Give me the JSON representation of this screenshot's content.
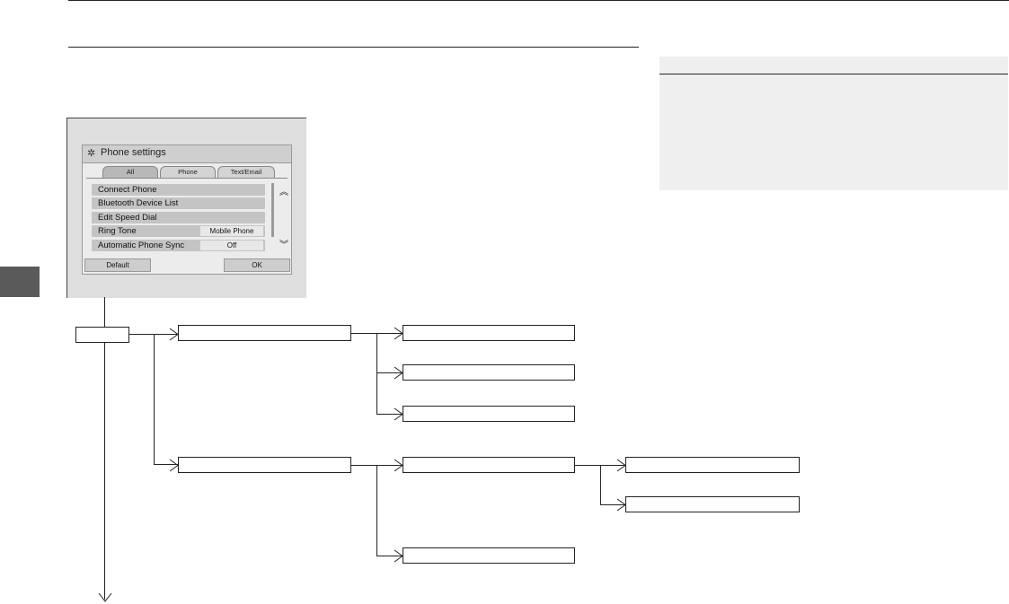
{
  "screen": {
    "title": "Phone settings",
    "tabs": [
      "All",
      "Phone",
      "Text/Email"
    ],
    "rows": [
      {
        "label": "Connect Phone",
        "value": ""
      },
      {
        "label": "Bluetooth Device List",
        "value": ""
      },
      {
        "label": "Edit Speed Dial",
        "value": ""
      },
      {
        "label": "Ring Tone",
        "value": "Mobile Phone"
      },
      {
        "label": "Automatic Phone Sync",
        "value": "Off"
      }
    ],
    "buttons": {
      "default": "Default",
      "ok": "OK"
    },
    "icons": {
      "gear": "gear-icon",
      "scroll_up": "double-chevron-up-icon",
      "scroll_down": "double-chevron-down-icon"
    }
  }
}
